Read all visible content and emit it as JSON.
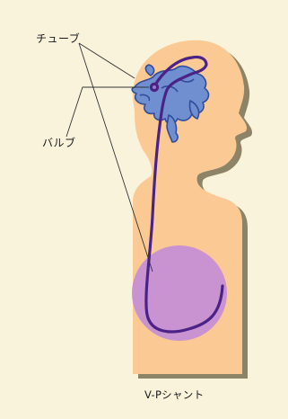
{
  "labels": {
    "tube": "チューブ",
    "bulb": "バルブ",
    "caption": "V-Pシャント"
  },
  "colors": {
    "background": "#f9f3dc",
    "body_fill": "#fbc993",
    "body_shadow": "#8d8468",
    "brain_fill": "#6f8fd0",
    "brain_stroke": "#314c9c",
    "catheter": "#4b2387",
    "abdomen_fill": "#c68fd3",
    "leader_line": "#333333"
  }
}
